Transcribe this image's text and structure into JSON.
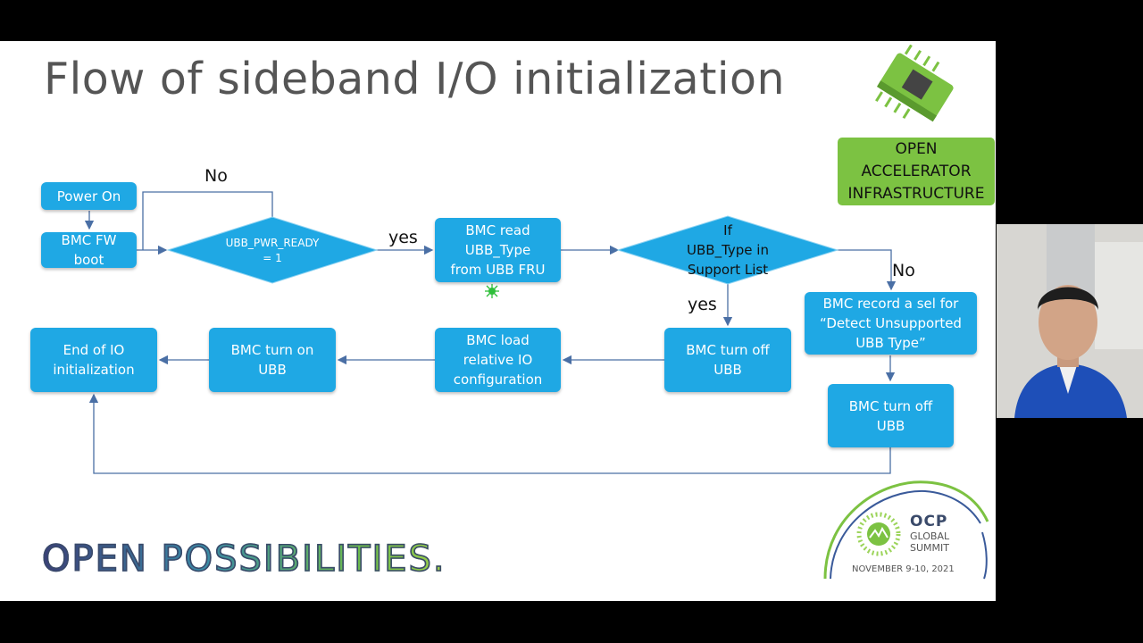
{
  "slide": {
    "title": "Flow of sideband I/O initialization",
    "footer": "OPEN POSSIBILITIES.",
    "oai_badge": "OPEN\nACCELERATOR\nINFRASTRUCTURE",
    "ocp": {
      "name": "OCP",
      "line1": "GLOBAL",
      "line2": "SUMMIT",
      "date": "NOVEMBER 9-10, 2021"
    }
  },
  "flow": {
    "power_on": "Power On",
    "fw_boot": "BMC FW\nboot",
    "pwr_ready": "UBB_PWR_READY\n= 1",
    "read_type": "BMC read\nUBB_Type\nfrom UBB FRU",
    "support_check": "If\nUBB_Type in\nSupport List",
    "record_sel": "BMC record a sel for\n“Detect Unsupported\nUBB Type”",
    "turn_off_1": "BMC turn off\nUBB",
    "turn_off_2": "BMC turn off\nUBB",
    "load_io": "BMC load\nrelative IO\nconfiguration",
    "turn_on": "BMC turn on\nUBB",
    "end": "End of IO\ninitialization",
    "label_no_1": "No",
    "label_yes_1": "yes",
    "label_no_2": "No",
    "label_yes_2": "yes"
  },
  "colors": {
    "box": "#1fa8e4",
    "arrow": "#4a6fa5",
    "oai_green": "#7cc242"
  }
}
